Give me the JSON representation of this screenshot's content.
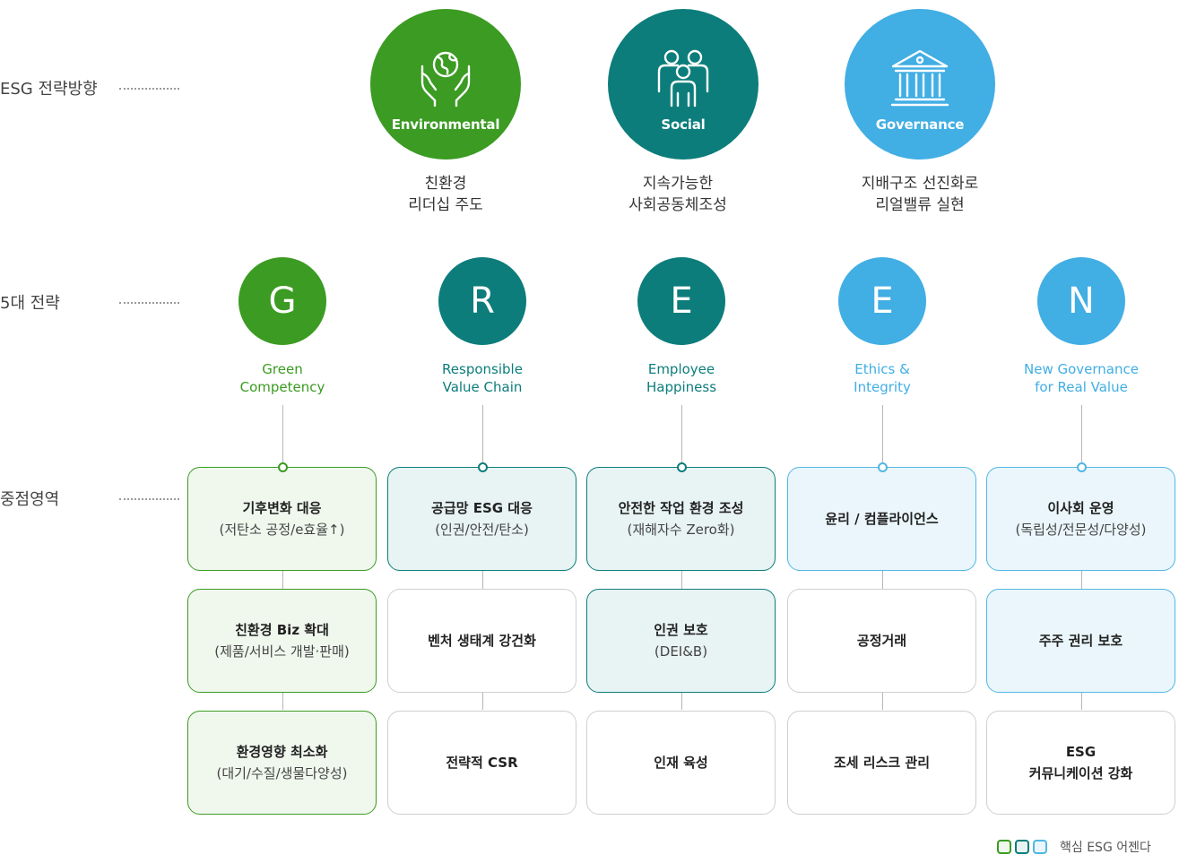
{
  "row_labels": {
    "direction": "ESG 전략방향",
    "strategy": "5대 전략",
    "focus": "중점영역"
  },
  "directions": [
    {
      "name": "Environmental",
      "icon": "earth-hands-icon",
      "color": "#3b9b22",
      "desc1": "친환경",
      "desc2": "리더십 주도"
    },
    {
      "name": "Social",
      "icon": "people-group-icon",
      "color": "#0c7d7b",
      "desc1": "지속가능한",
      "desc2": "사회공동체조성"
    },
    {
      "name": "Governance",
      "icon": "building-pillars-icon",
      "color": "#41aee4",
      "desc1": "지배구조 선진화로",
      "desc2": "리얼밸류 실현"
    }
  ],
  "strategies": [
    {
      "letter": "G",
      "line1": "Green",
      "line2": "Competency",
      "color": "#3b9b22"
    },
    {
      "letter": "R",
      "line1": "Responsible",
      "line2": "Value Chain",
      "color": "#0c7d7b"
    },
    {
      "letter": "E",
      "line1": "Employee",
      "line2": "Happiness",
      "color": "#0c7d7b"
    },
    {
      "letter": "E",
      "line1": "Ethics &",
      "line2": "Integrity",
      "color": "#41aee4"
    },
    {
      "letter": "N",
      "line1": "New Governance",
      "line2": "for Real Value",
      "color": "#41aee4"
    }
  ],
  "focus_areas": [
    [
      {
        "title": "기후변화 대응",
        "sub": "(저탄소 공정/e효율↑)",
        "core": true
      },
      {
        "title": "친환경 Biz 확대",
        "sub": "(제품/서비스 개발·판매)",
        "core": true
      },
      {
        "title": "환경영향 최소화",
        "sub": "(대기/수질/생물다양성)",
        "core": true
      }
    ],
    [
      {
        "title": "공급망 ESG 대응",
        "sub": "(인권/안전/탄소)",
        "core": true
      },
      {
        "title": "벤처 생태계 강건화",
        "sub": "",
        "core": false
      },
      {
        "title": "전략적 CSR",
        "sub": "",
        "core": false
      }
    ],
    [
      {
        "title": "안전한 작업 환경 조성",
        "sub": "(재해자수 Zero화)",
        "core": true
      },
      {
        "title": "인권 보호",
        "sub": "(DEI&B)",
        "core": true
      },
      {
        "title": "인재 육성",
        "sub": "",
        "core": false
      }
    ],
    [
      {
        "title": "윤리 / 컴플라이언스",
        "sub": "",
        "core": true
      },
      {
        "title": "공정거래",
        "sub": "",
        "core": false
      },
      {
        "title": "조세 리스크 관리",
        "sub": "",
        "core": false
      }
    ],
    [
      {
        "title": "이사회 운영",
        "sub": "(독립성/전문성/다양성)",
        "core": true
      },
      {
        "title": "주주 권리 보호",
        "sub": "",
        "core": true
      },
      {
        "title": "ESG",
        "sub": "커뮤니케이션 강화",
        "core": false,
        "sub_bold": true
      }
    ]
  ],
  "legend": {
    "label": "핵심 ESG 어젠다",
    "colors": [
      "#3b9b22",
      "#0c7d7b",
      "#51b7e4"
    ]
  }
}
